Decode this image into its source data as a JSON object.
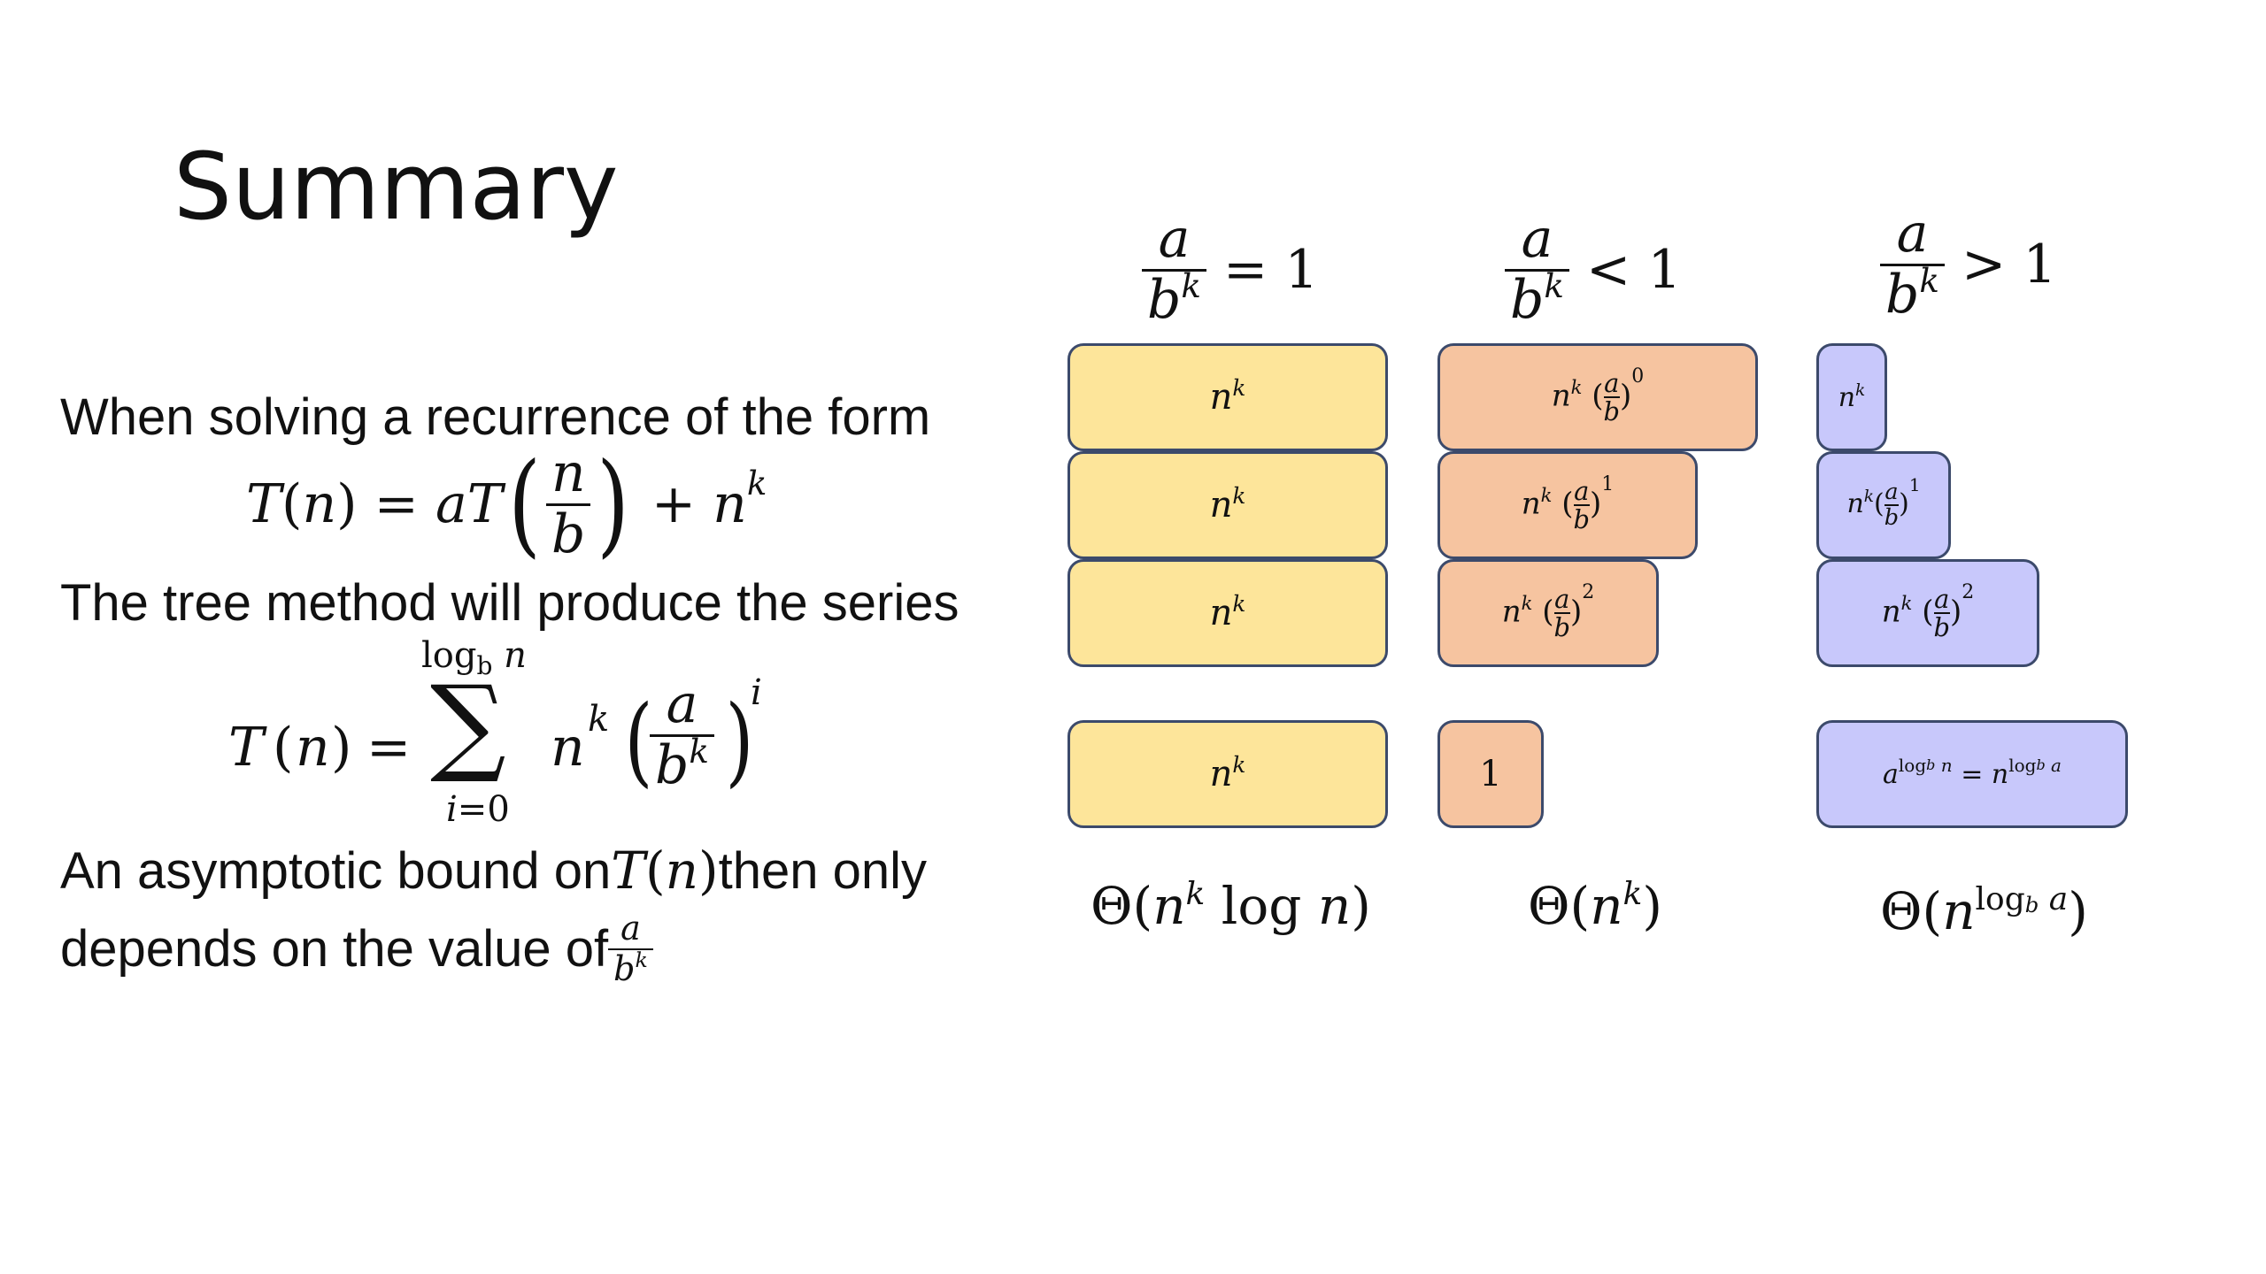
{
  "title": "Summary",
  "left": {
    "line1": "When solving a recurrence of the form",
    "line2": "The tree method will produce the series",
    "line3_pre": "An asymptotic bound on ",
    "line3_post": " then only",
    "line4_pre": "depends on the value of "
  },
  "cases": [
    {
      "header_op": "= 1",
      "color": "#fde59a",
      "boxes": [
        "n^k",
        "n^k",
        "n^k"
      ],
      "leaf": "n^k",
      "result": "Θ(n^k log n)"
    },
    {
      "header_op": "< 1",
      "color": "#f6c4a0",
      "boxes": [
        "n^k (a/b)^0",
        "n^k (a/b)^1",
        "n^k (a/b)^2"
      ],
      "exponents": [
        "0",
        "1",
        "2"
      ],
      "leaf": "1",
      "result": "Θ(n^k)"
    },
    {
      "header_op": "> 1",
      "color": "#c8c8fb",
      "boxes": [
        "n^k",
        "n^k (a/b)^1",
        "n^k (a/b)^2"
      ],
      "exponents": [
        "1",
        "2"
      ],
      "leaf": "a^(log_b n) = n^(log_b a)",
      "result": "Θ(n^(log_b a))"
    }
  ]
}
